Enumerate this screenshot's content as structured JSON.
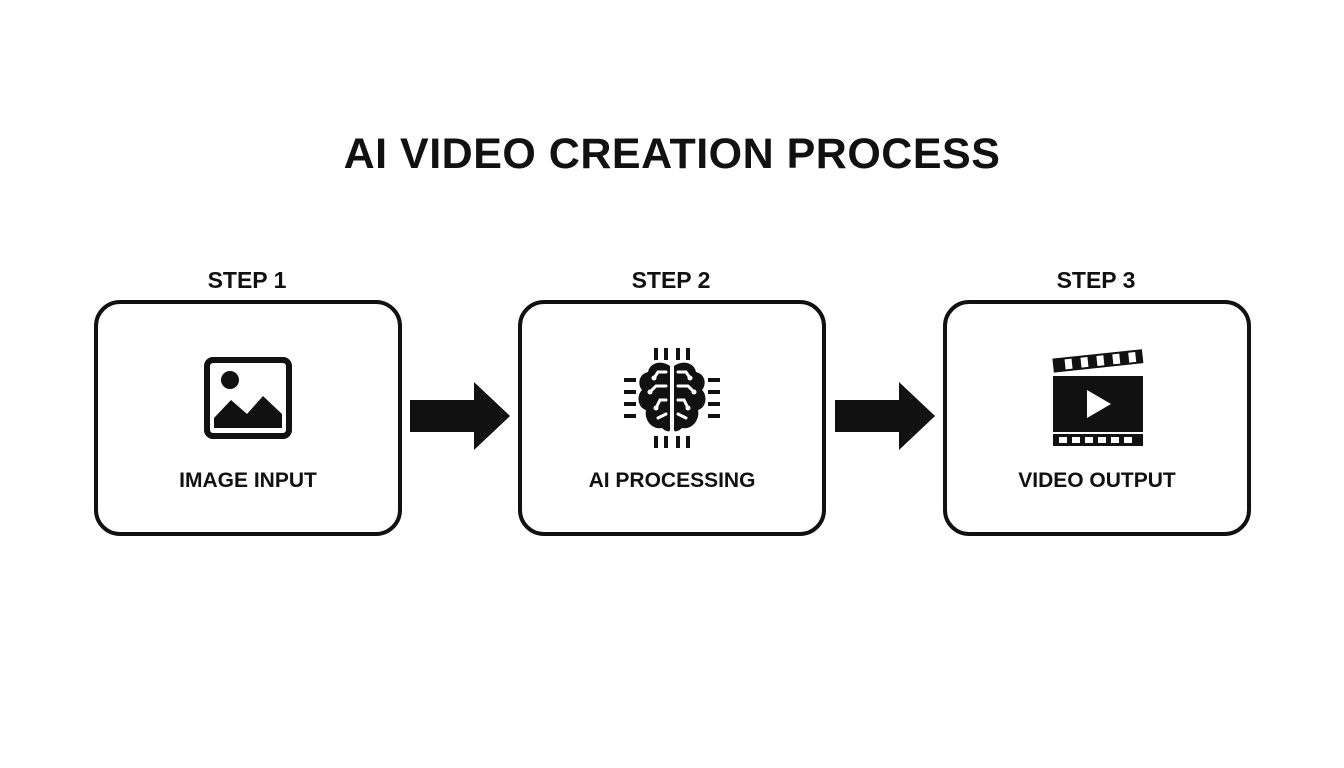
{
  "title": "AI VIDEO CREATION PROCESS",
  "steps": [
    {
      "label": "STEP 1",
      "caption": "IMAGE INPUT",
      "icon": "image-icon"
    },
    {
      "label": "STEP 2",
      "caption": "AI PROCESSING",
      "icon": "brain-chip-icon"
    },
    {
      "label": "STEP 3",
      "caption": "VIDEO OUTPUT",
      "icon": "video-clapper-icon"
    }
  ],
  "colors": {
    "foreground": "#111111",
    "background": "#ffffff"
  }
}
